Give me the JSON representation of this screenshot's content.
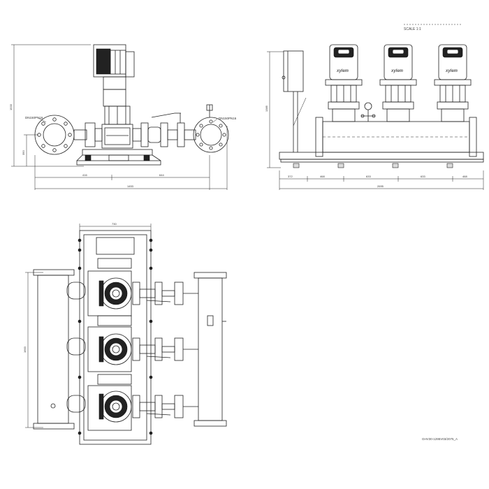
{
  "header": {
    "scale_label": "SCALE 1:1"
  },
  "front_view": {
    "label_suction": "DN150PN16",
    "label_discharge": "DN150PN16",
    "dim_height": "1533",
    "dim_axis_height": "350",
    "dim_left_span": "416",
    "dim_right_span": "644",
    "dim_total_length": "1453"
  },
  "side_view": {
    "brand_labels": [
      "xylem",
      "xylem",
      "xylem"
    ],
    "dim_height": "1385",
    "dim_spans": [
      "372",
      "468",
      "633",
      "633",
      "468"
    ],
    "dim_total_length": "2695"
  },
  "top_view": {
    "dim_width": "730",
    "dim_length": "1663"
  },
  "drawing_code": "GHV30-1295V03/2075_A"
}
